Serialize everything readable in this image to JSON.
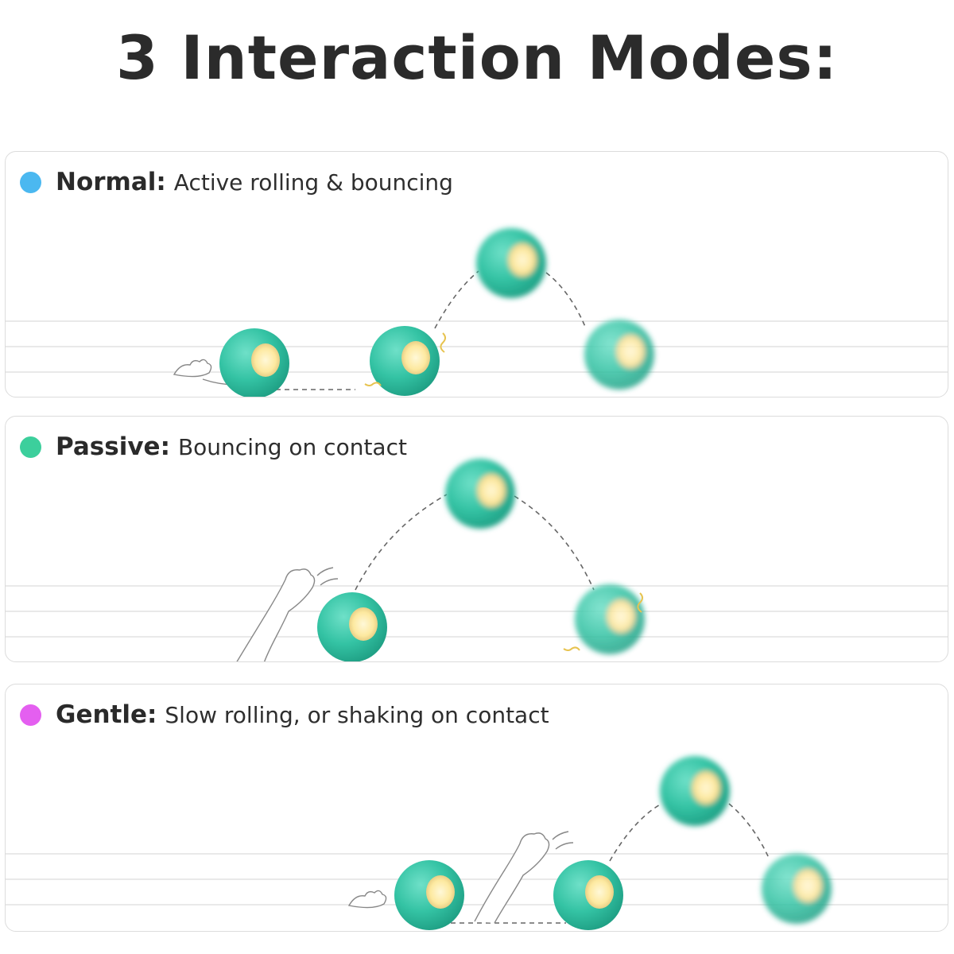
{
  "page": {
    "title": "3 Interaction Modes:"
  },
  "colors": {
    "ball_body": "#2fbf9f",
    "ball_highlight": "#7fe6cf",
    "ball_led": "#fff4c2",
    "line": "#e9e9e9",
    "dash": "#666666"
  },
  "modes": [
    {
      "name": "Normal:",
      "description": "Active rolling & bouncing",
      "dot_color": "#4bb8f0"
    },
    {
      "name": "Passive:",
      "description": "Bouncing on contact",
      "dot_color": "#3ccf9c"
    },
    {
      "name": "Gentle:",
      "description": "Slow rolling, or shaking on contact",
      "dot_color": "#e45ff0"
    }
  ]
}
